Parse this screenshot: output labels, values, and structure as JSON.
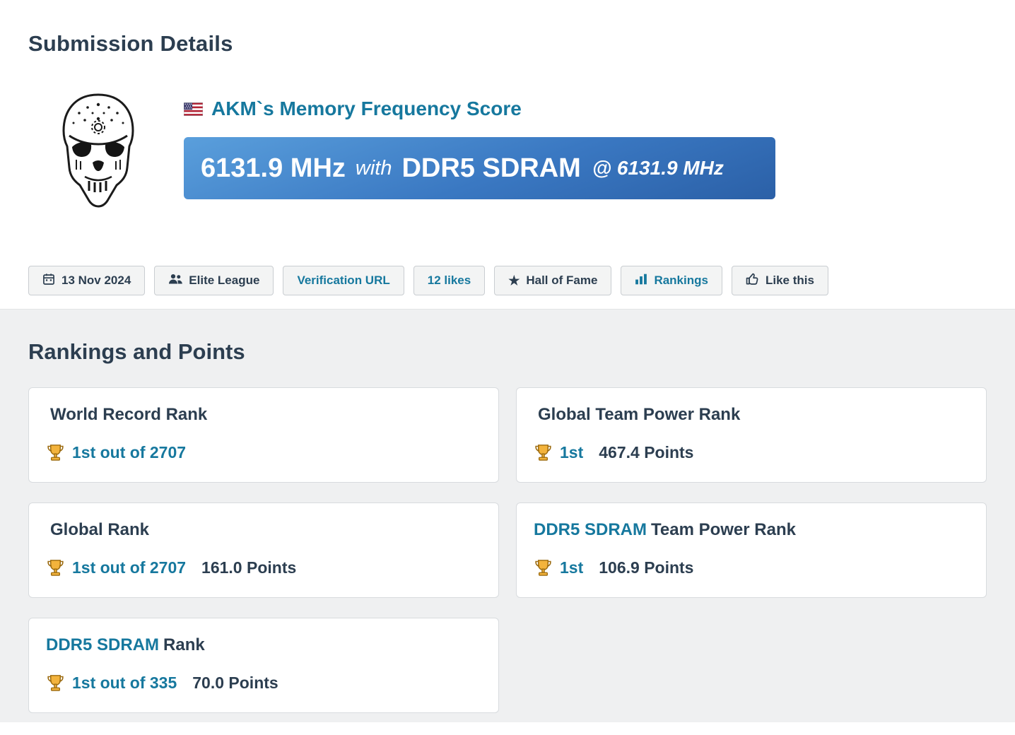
{
  "header": {
    "title": "Submission Details"
  },
  "submission": {
    "title": "AKM`s Memory Frequency Score",
    "flag": "us-flag",
    "banner": {
      "score": "6131.9 MHz",
      "connector": "with",
      "hardware": "DDR5 SDRAM",
      "at_clock": "@ 6131.9 MHz"
    },
    "actions": {
      "date": "13 Nov 2024",
      "league": "Elite League",
      "verification_url": "Verification URL",
      "likes": "12 likes",
      "hall_of_fame": "Hall of Fame",
      "rankings": "Rankings",
      "like_this": "Like this"
    }
  },
  "rankings": {
    "title": "Rankings and Points",
    "cards": [
      {
        "title_prefix": "",
        "title": "World Record Rank",
        "rank": "1st out of 2707",
        "points": ""
      },
      {
        "title_prefix": "",
        "title": "Global Team Power Rank",
        "rank": "1st",
        "points": "467.4 Points"
      },
      {
        "title_prefix": "",
        "title": "Global Rank",
        "rank": "1st out of 2707",
        "points": "161.0 Points"
      },
      {
        "title_prefix": "DDR5 SDRAM",
        "title": "Team Power Rank",
        "rank": "1st",
        "points": "106.9 Points"
      },
      {
        "title_prefix": "DDR5 SDRAM",
        "title": "Rank",
        "rank": "1st out of 335",
        "points": "70.0 Points"
      }
    ]
  },
  "theme": {
    "accent_teal": "#16789e",
    "heading_navy": "#2c3e50",
    "banner_gradient_start": "#5a9fdc",
    "banner_gradient_end": "#2b60a7",
    "trophy_gold": "#f3b33c",
    "section_background": "#eff0f1"
  }
}
